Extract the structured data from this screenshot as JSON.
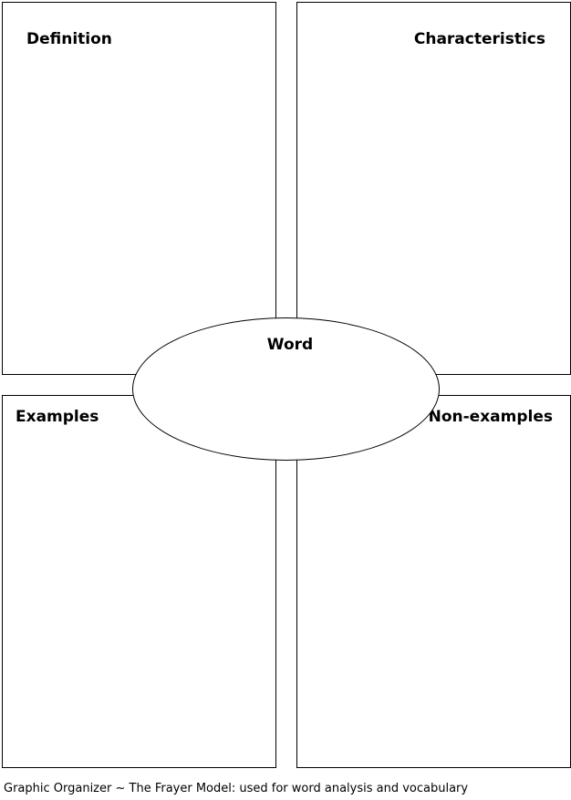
{
  "quadrants": {
    "definition": "Definition",
    "characteristics": "Characteristics",
    "examples": "Examples",
    "non_examples": "Non-examples"
  },
  "center": {
    "word": "Word"
  },
  "caption": "Graphic Organizer ~ The Frayer Model: used for word analysis and vocabulary",
  "colors": {
    "line": "#000000",
    "background": "#ffffff"
  }
}
